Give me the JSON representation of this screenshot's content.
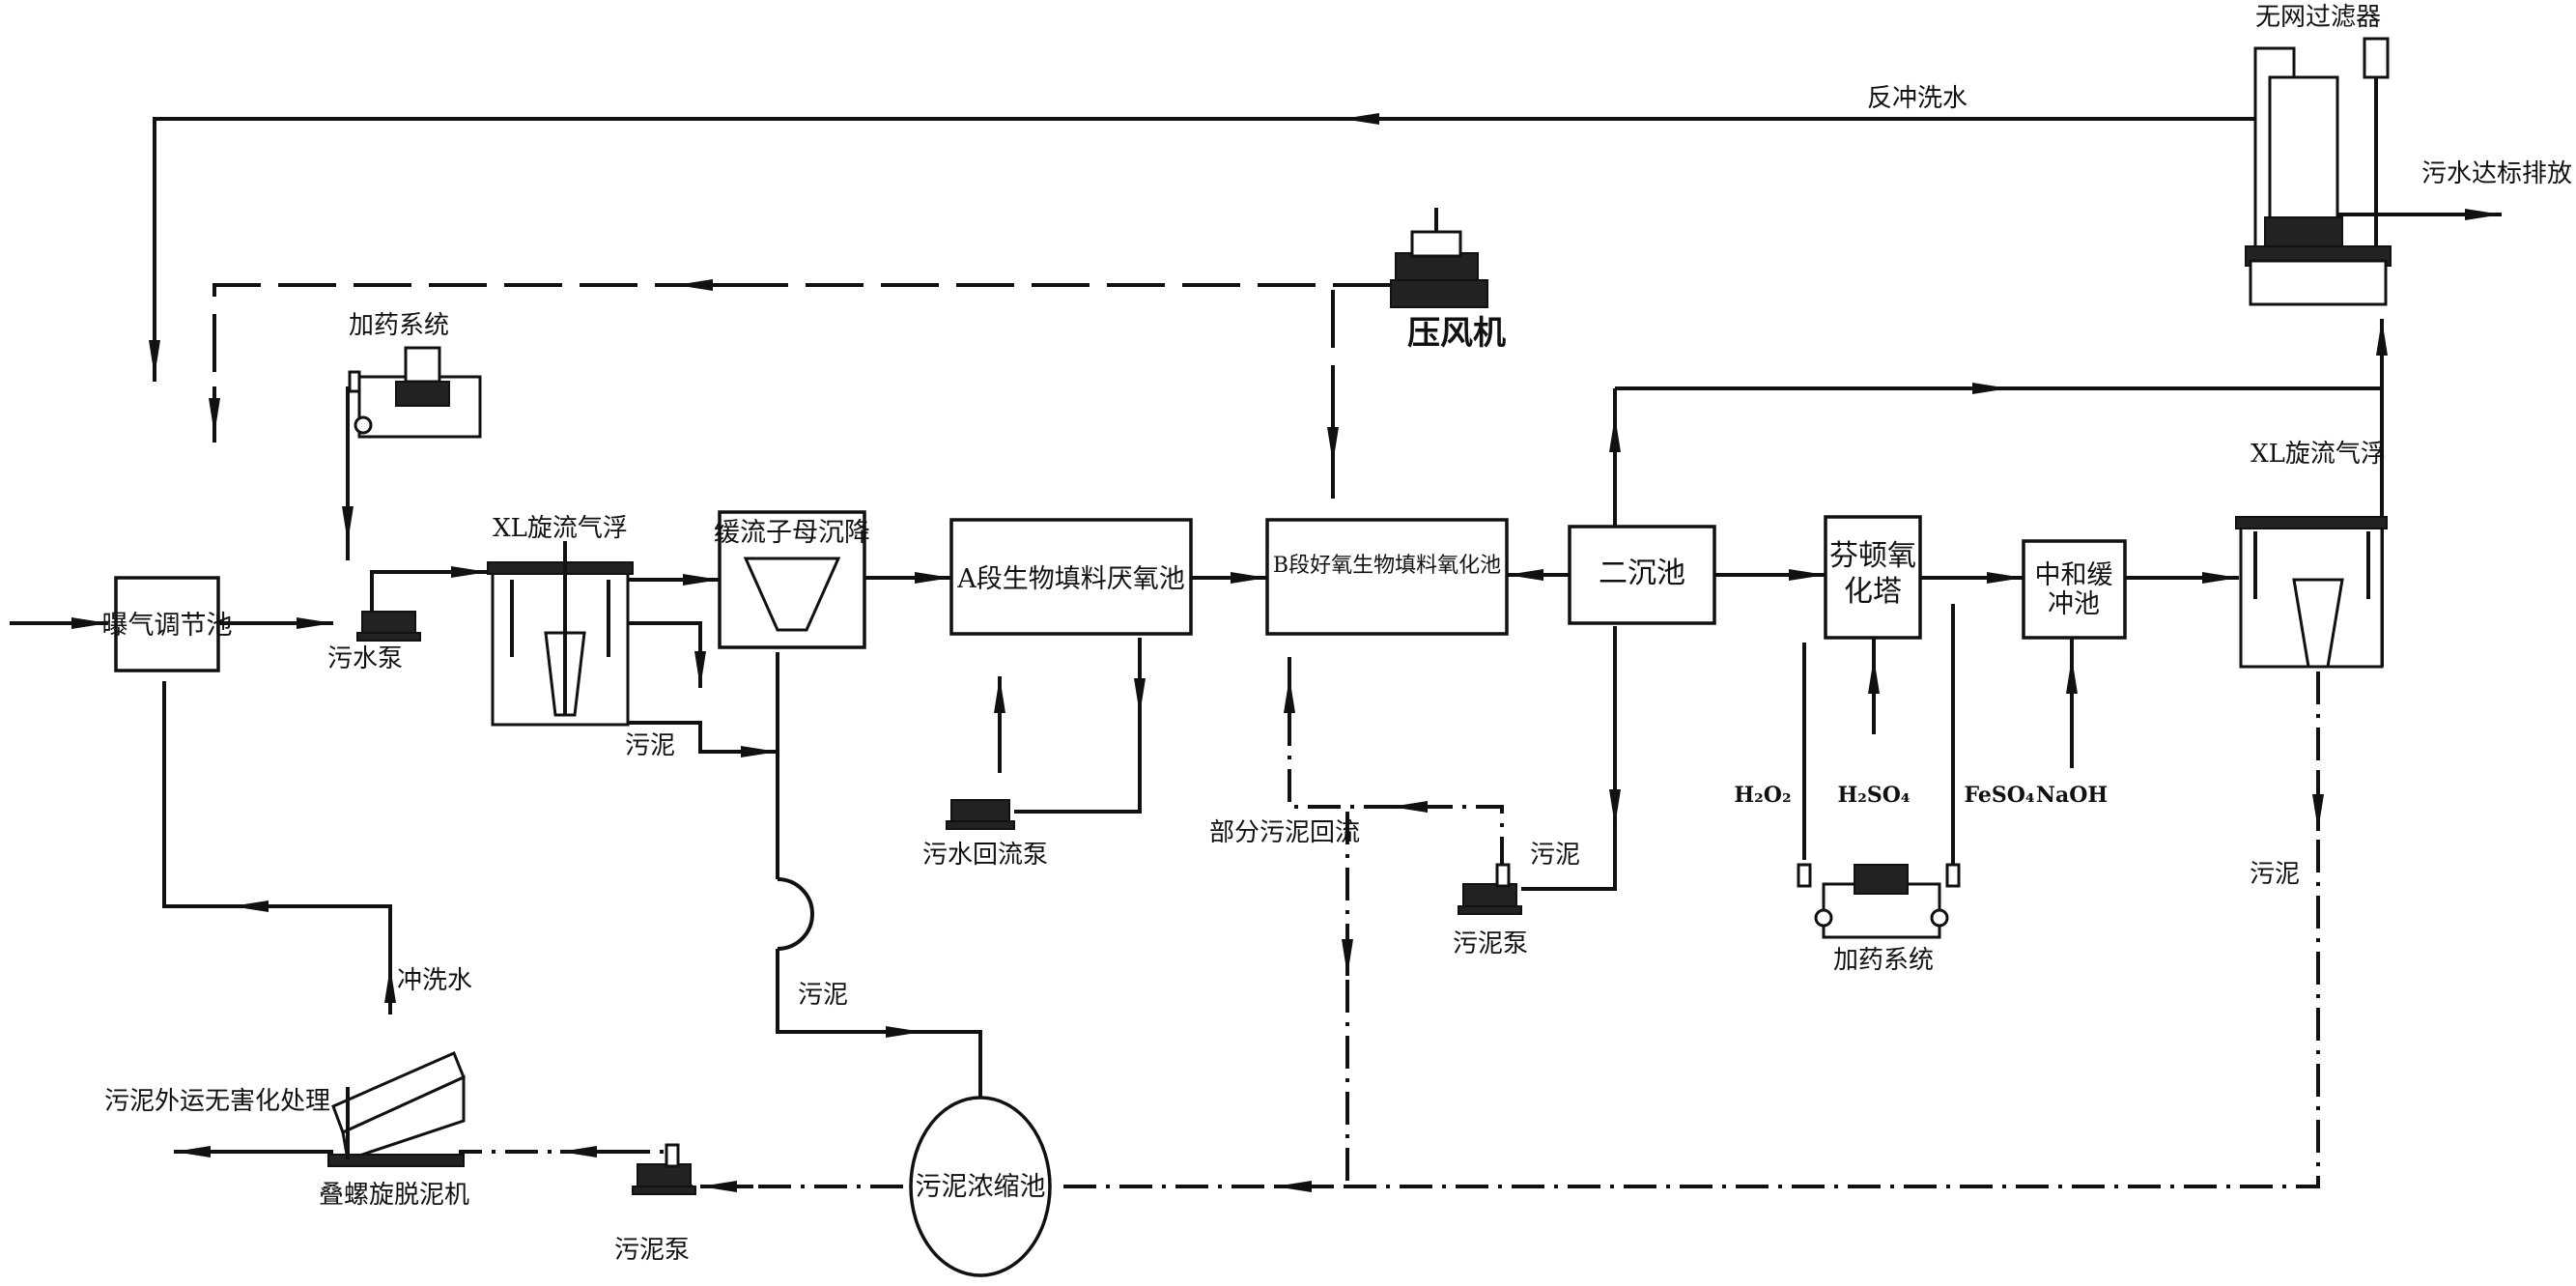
{
  "diagram": {
    "nodes": {
      "aeration_tank": "曝气调节池",
      "sewage_pump": "污水泵",
      "dosing_system_1": "加药系统",
      "xl_flotation_1": "XL旋流气浮",
      "buffer_settling": "缓流子母沉降",
      "a_anaerobic": "A段生物填料厌氧池",
      "return_pump": "污水回流泵",
      "b_aerobic": "B段好氧生物填料氧化池",
      "blower": "压风机",
      "secondary_clarifier": "二沉池",
      "fenton_line1": "芬顿氧",
      "fenton_line2": "化塔",
      "neutral_line1": "中和缓",
      "neutral_line2": "冲池",
      "xl_flotation_2": "XL旋流气浮",
      "meshless_filter": "无网过滤器",
      "thickener": "污泥浓缩池",
      "dewatering": "叠螺旋脱泥机",
      "dosing_system_2": "加药系统",
      "sludge_pump_1": "污泥泵",
      "sludge_pump_2": "污泥泵"
    },
    "labels": {
      "backwash": "反冲洗水",
      "discharge": "污水达标排放",
      "sludge_1": "污泥",
      "sludge_2": "污泥",
      "sludge_3": "污泥",
      "sludge_4": "污泥",
      "partial_return": "部分污泥回流",
      "rinse_water": "冲洗水",
      "sludge_out": "污泥外运无害化处理"
    },
    "chemicals": {
      "h2o2": "H₂O₂",
      "h2so4": "H₂SO₄",
      "feso4": "FeSO₄",
      "naoh": "NaOH"
    }
  }
}
